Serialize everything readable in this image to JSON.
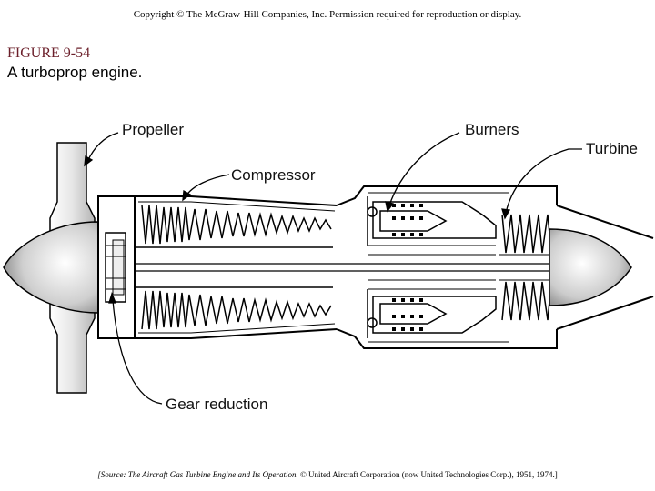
{
  "header": {
    "copyright": "Copyright © The McGraw-Hill Companies, Inc. Permission required for reproduction or display."
  },
  "figure": {
    "number": "FIGURE 9-54",
    "title": "A turboprop engine."
  },
  "labels": {
    "propeller": "Propeller",
    "compressor": "Compressor",
    "burners": "Burners",
    "turbine": "Turbine",
    "gear_reduction": "Gear reduction"
  },
  "source": {
    "italic_part": "[Source: The Aircraft Gas Turbine Engine and Its Operation.",
    "rest": " © United Aircraft Corporation (now United Technologies Corp.), 1951, 1974.]"
  }
}
